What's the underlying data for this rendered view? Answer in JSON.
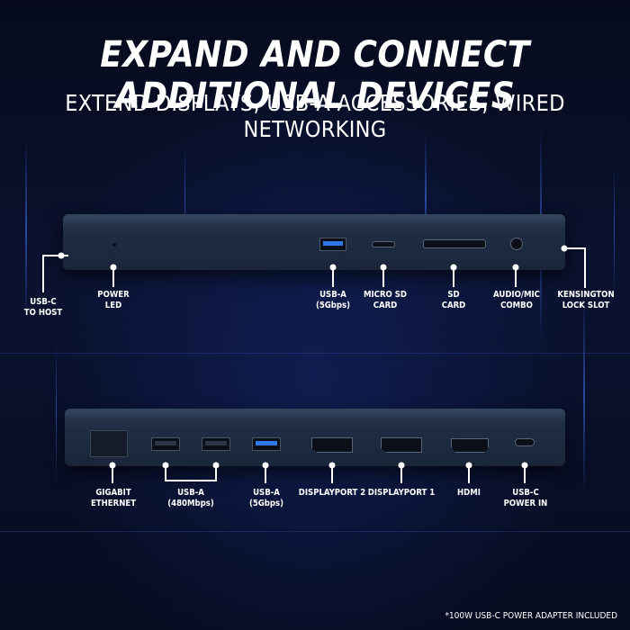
{
  "title": "EXPAND AND CONNECT ADDITIONAL DEVICES",
  "subtitle": "EXTEND DISPLAYS, USB-A ACCESSORIES, WIRED NETWORKING",
  "front_labels": {
    "usbc_host": [
      "USB-C",
      "TO HOST"
    ],
    "power_led": [
      "POWER",
      "LED"
    ],
    "usba_5gbps": [
      "USB-A",
      "(5Gbps)"
    ],
    "micro_sd": [
      "MICRO SD",
      "CARD"
    ],
    "sd_card": [
      "SD",
      "CARD"
    ],
    "audio_mic": [
      "AUDIO/MIC",
      "COMBO"
    ],
    "kensington": [
      "KENSINGTON",
      "LOCK SLOT"
    ]
  },
  "rear_labels": {
    "ethernet": [
      "GIGABIT",
      "ETHERNET"
    ],
    "usba_480": [
      "USB-A",
      "(480Mbps)"
    ],
    "usba_5gbps": [
      "USB-A",
      "(5Gbps)"
    ],
    "dp2": [
      "DISPLAYPORT 2"
    ],
    "dp1": [
      "DISPLAYPORT 1"
    ],
    "hdmi": [
      "HDMI"
    ],
    "usbc_power": [
      "USB-C",
      "POWER IN"
    ]
  },
  "footnote": "*100W USB-C POWER ADAPTER INCLUDED",
  "colors": {
    "background": "#05091a",
    "device": "#1f2c42",
    "usb_blue": "#2f78e8",
    "accent_lines": "#ffffff"
  }
}
